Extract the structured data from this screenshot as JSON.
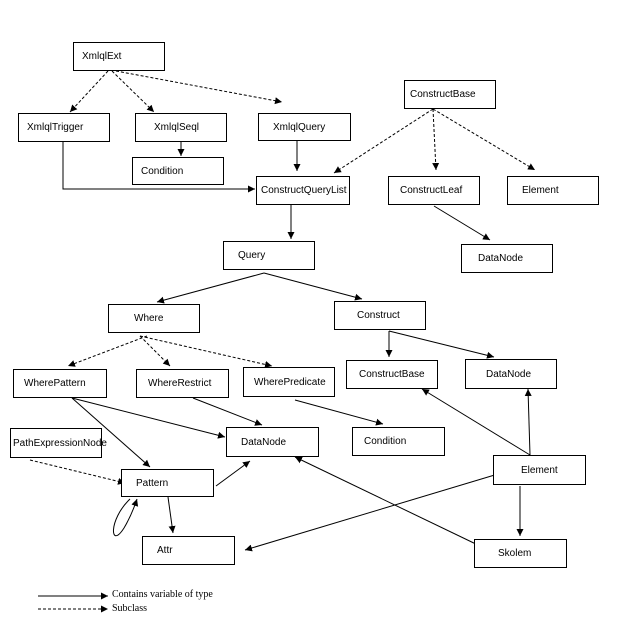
{
  "nodes": {
    "xmlqlext": "XmlqlExt",
    "xmlqltrigger": "XmlqlTrigger",
    "xmlqlseql": "XmlqlSeql",
    "xmlqlquery": "XmlqlQuery",
    "condition_top": "Condition",
    "constructbase_top": "ConstructBase",
    "constructquerylist": "ConstructQueryList",
    "constructleaf": "ConstructLeaf",
    "element_top": "Element",
    "datanode_top": "DataNode",
    "query": "Query",
    "where": "Where",
    "construct": "Construct",
    "wherepattern": "WherePattern",
    "whererestrict": "WhereRestrict",
    "wherepredicate": "WherePredicate",
    "constructbase_mid": "ConstructBase",
    "datanode_right": "DataNode",
    "pathexpressionnode": "PathExpressionNode",
    "datanode_mid": "DataNode",
    "condition_mid": "Condition",
    "element_right": "Element",
    "pattern": "Pattern",
    "attr": "Attr",
    "skolem": "Skolem"
  },
  "legend": {
    "contains": "Contains variable of type",
    "subclass": "Subclass"
  }
}
